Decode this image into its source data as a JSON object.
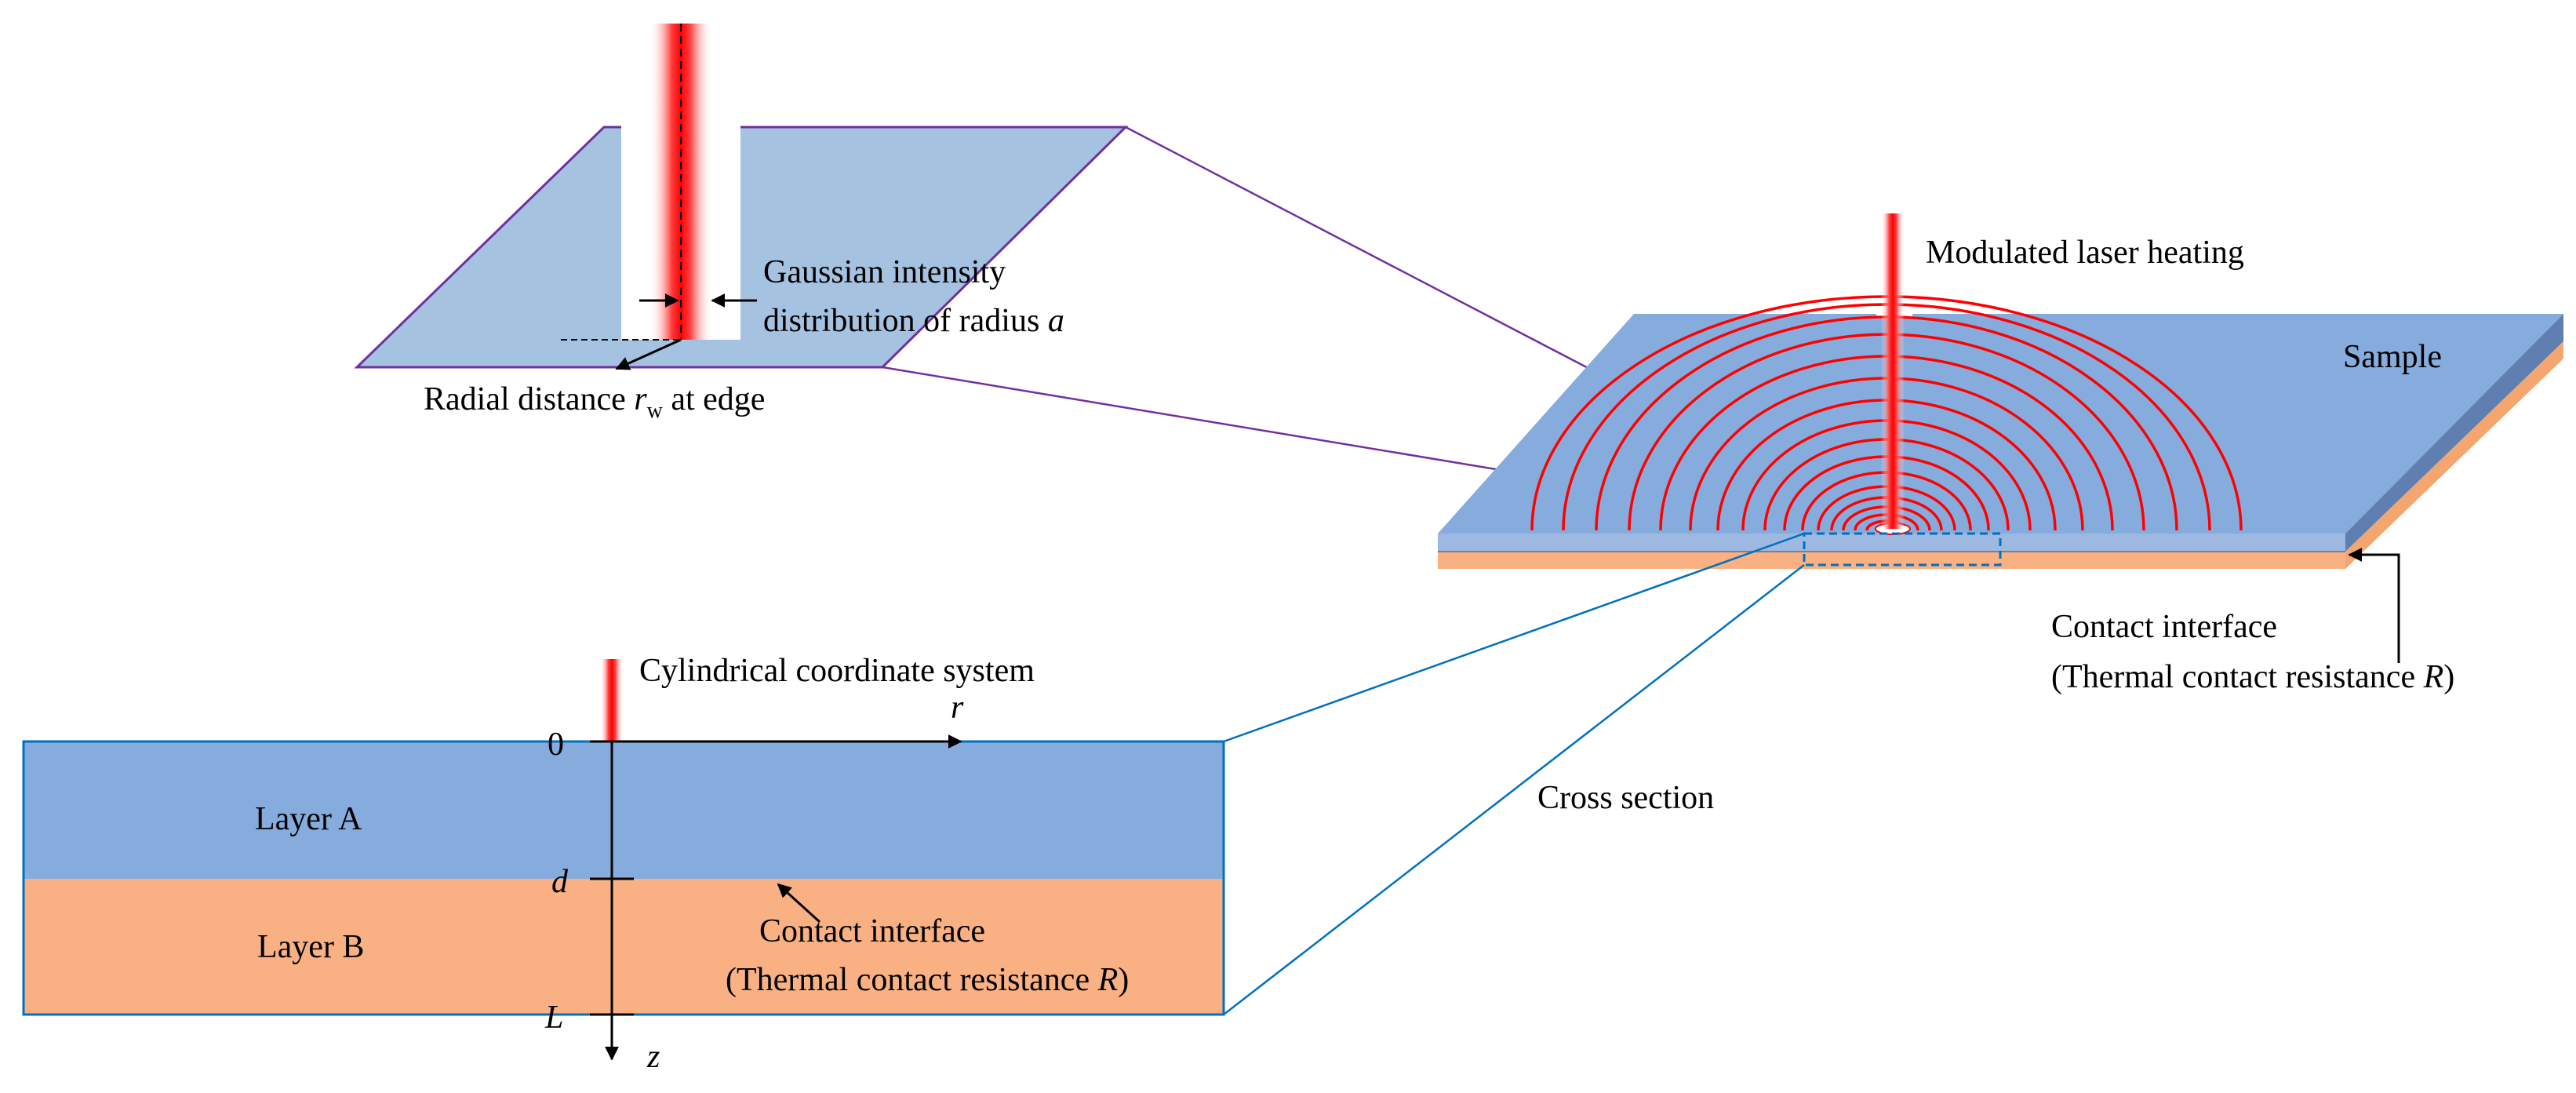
{
  "labels": {
    "gaussian_line1": "Gaussian intensity",
    "gaussian_line2": "distribution of radius ",
    "gaussian_var": "a",
    "radial_prefix": "Radial distance ",
    "radial_var": "r",
    "radial_sub": "w",
    "radial_suffix": " at edge",
    "laser": "Modulated laser heating",
    "sample": "Sample",
    "contact_right_line1": "Contact interface",
    "contact_right_line2_prefix": "(Thermal contact resistance ",
    "contact_right_var": "R",
    "contact_right_line2_suffix": ")",
    "cylindrical": "Cylindrical coordinate system",
    "cross_section": "Cross section",
    "layer_a": "Layer A",
    "layer_b": "Layer B",
    "contact_low_line1": "Contact interface",
    "contact_low_line2_prefix": "(Thermal contact resistance ",
    "contact_low_var": "R",
    "contact_low_line2_suffix": ")",
    "axis_zero": "0",
    "axis_d": "d",
    "axis_L": "L",
    "axis_r": "r",
    "axis_z": "z"
  },
  "colors": {
    "layer_a": "#86ACDD",
    "layer_b": "#F9B183",
    "zoom_plane": "#A5C2E1",
    "laser_red": "#FF0000",
    "zoom_lines": "#7030A0",
    "cross_lines": "#0070C0"
  }
}
